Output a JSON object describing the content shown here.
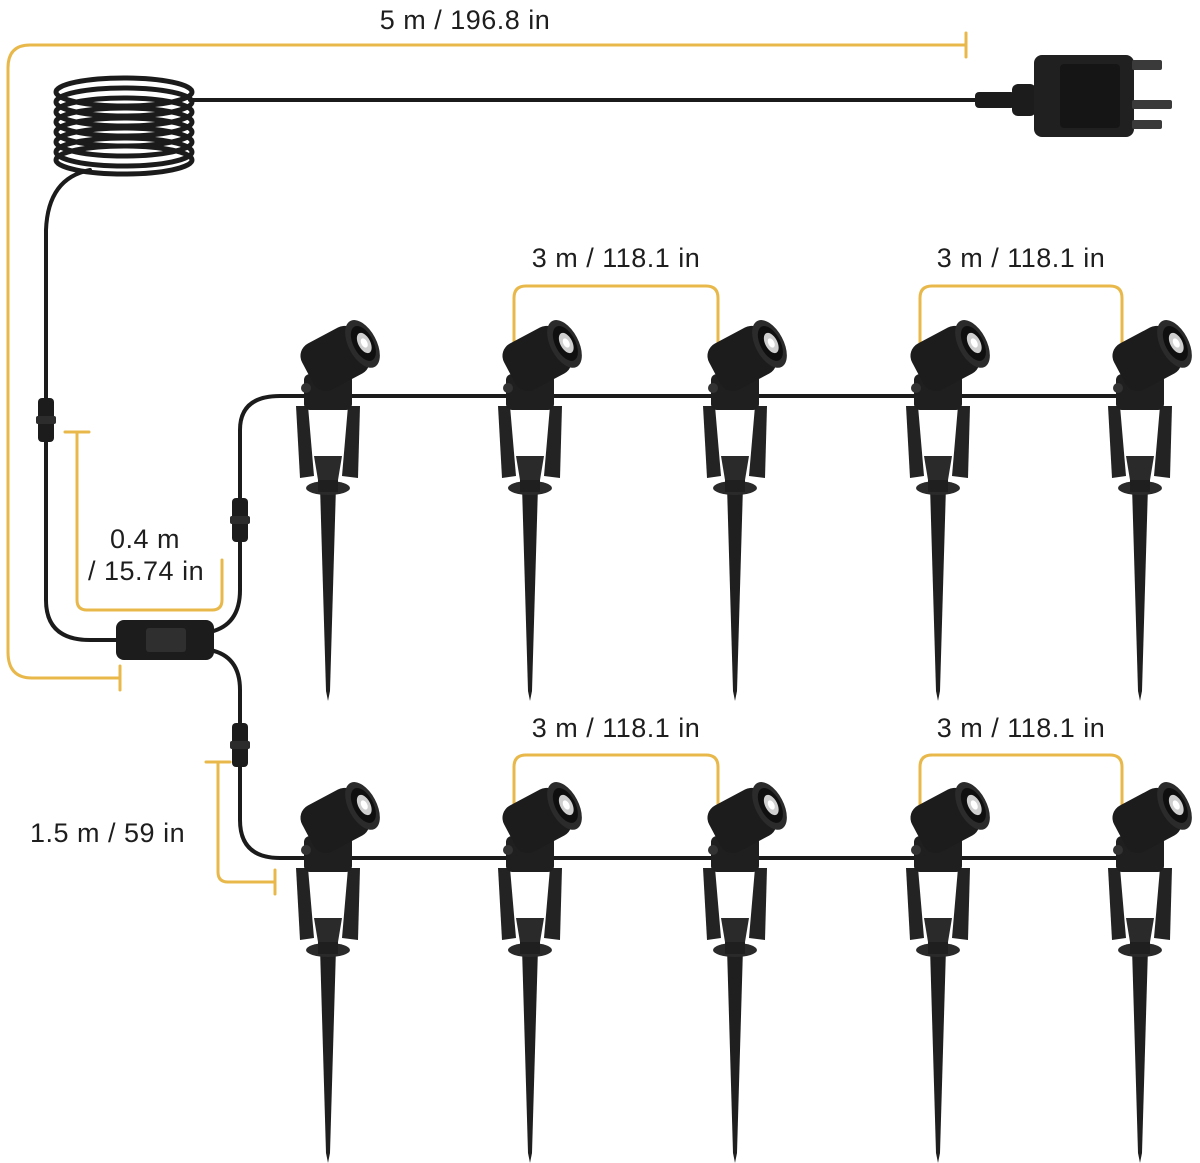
{
  "colors": {
    "dimension": "#e8b84a",
    "cable": "#1b1b1b",
    "body": "#1f1f1f",
    "lens": "#cfcfcf"
  },
  "labels": {
    "main_cable": "5 m / 196.8 in",
    "branch_line1": "0.4 m",
    "branch_line2": "/ 15.74 in",
    "lower_lead": "1.5 m / 59 in",
    "spacing_top_left": "3 m / 118.1 in",
    "spacing_top_right": "3 m / 118.1 in",
    "spacing_bottom_left": "3 m / 118.1 in",
    "spacing_bottom_right": "3 m / 118.1 in"
  },
  "layout": {
    "rows": 2,
    "lights_per_row": 5
  },
  "icons": {
    "plug": "uk-plug-adapter-icon",
    "coil": "coiled-cable-icon",
    "splitter": "y-splitter-icon",
    "light": "spotlight-stake-icon",
    "connector": "waterproof-connector-icon"
  }
}
